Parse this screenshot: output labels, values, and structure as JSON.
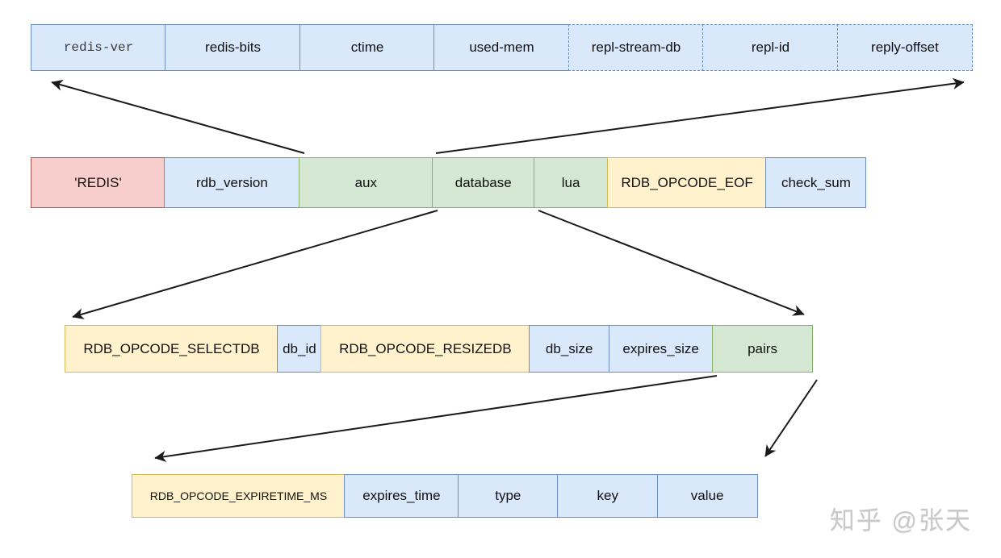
{
  "palette": {
    "blue_fill": "#dae8fc",
    "blue_stroke": "#6c8ebf",
    "green_fill": "#d5e8d4",
    "green_stroke": "#82b366",
    "red_fill": "#f8cecc",
    "red_stroke": "#b85450",
    "yellow_fill": "#fff2cc",
    "yellow_stroke": "#d6b656",
    "arrow_color": "#1a1a1a",
    "watermark_color": "#c9c9c9"
  },
  "diagram": {
    "row_aux_fields": {
      "boxes": [
        {
          "label": "redis-ver"
        },
        {
          "label": "redis-bits"
        },
        {
          "label": "ctime"
        },
        {
          "label": "used-mem"
        },
        {
          "label": "repl-stream-db"
        },
        {
          "label": "repl-id"
        },
        {
          "label": "reply-offset"
        }
      ]
    },
    "row_file_layout": {
      "boxes": [
        {
          "label": "'REDIS'"
        },
        {
          "label": "rdb_version"
        },
        {
          "label": "aux"
        },
        {
          "label": "database"
        },
        {
          "label": "lua"
        },
        {
          "label": "RDB_OPCODE_EOF"
        },
        {
          "label": "check_sum"
        }
      ]
    },
    "row_database_layout": {
      "boxes": [
        {
          "label": "RDB_OPCODE_SELECTDB"
        },
        {
          "label": "db_id"
        },
        {
          "label": "RDB_OPCODE_RESIZEDB"
        },
        {
          "label": "db_size"
        },
        {
          "label": "expires_size"
        },
        {
          "label": "pairs"
        }
      ]
    },
    "row_pairs_layout": {
      "boxes": [
        {
          "label": "RDB_OPCODE_EXPIRETIME_MS"
        },
        {
          "label": "expires_time"
        },
        {
          "label": "type"
        },
        {
          "label": "key"
        },
        {
          "label": "value"
        }
      ]
    },
    "arrows": [
      {
        "id": "aux-to-fields-left",
        "from": "aux",
        "to": "redis-ver"
      },
      {
        "id": "aux-to-fields-right",
        "from": "aux",
        "to": "reply-offset"
      },
      {
        "id": "database-to-selectdb",
        "from": "database",
        "to": "RDB_OPCODE_SELECTDB"
      },
      {
        "id": "database-to-pairs",
        "from": "database",
        "to": "pairs"
      },
      {
        "id": "pairs-to-expiretime",
        "from": "pairs",
        "to": "RDB_OPCODE_EXPIRETIME_MS"
      },
      {
        "id": "pairs-to-value",
        "from": "pairs",
        "to": "value"
      }
    ]
  },
  "watermark": {
    "text": "知乎 @张天"
  }
}
